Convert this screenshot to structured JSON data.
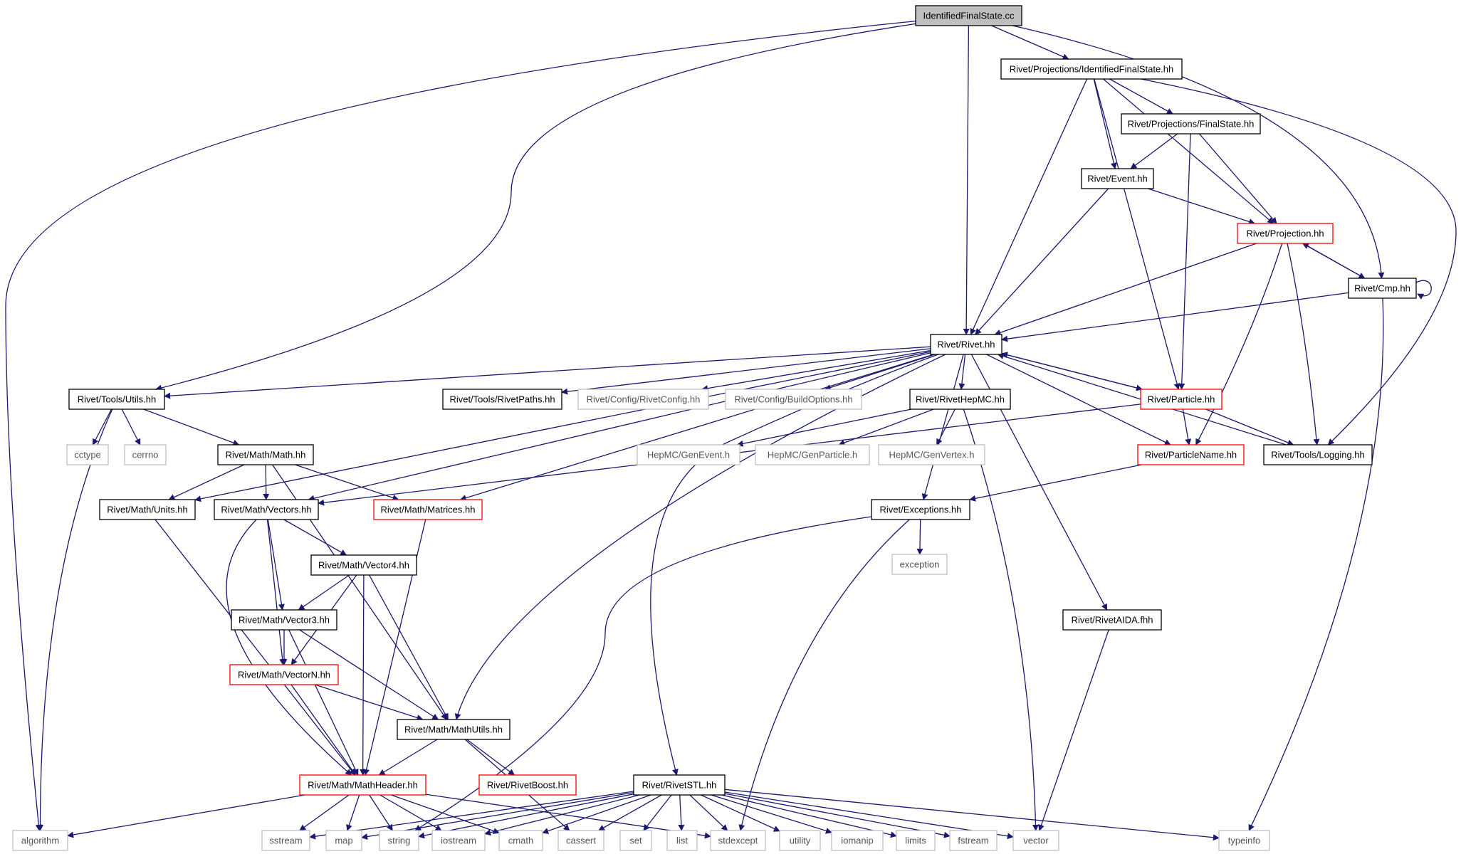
{
  "diagram": {
    "type": "include-dependency-graph",
    "colors": {
      "edge": "#191970",
      "root_fill": "#bfbfbf",
      "normal_border": "#000000",
      "truncated_border": "#ff0000",
      "system_border": "#bfbfbf"
    },
    "nodes": [
      {
        "id": "IdentifiedFinalState.cc",
        "label": "IdentifiedFinalState.cc",
        "style": "root"
      },
      {
        "id": "Rivet/Projections/IdentifiedFinalState.hh",
        "label": "Rivet/Projections/IdentifiedFinalState.hh",
        "style": "normal"
      },
      {
        "id": "Rivet/Projections/FinalState.hh",
        "label": "Rivet/Projections/FinalState.hh",
        "style": "normal"
      },
      {
        "id": "Rivet/Event.hh",
        "label": "Rivet/Event.hh",
        "style": "normal"
      },
      {
        "id": "Rivet/Projection.hh",
        "label": "Rivet/Projection.hh",
        "style": "truncated"
      },
      {
        "id": "Rivet/Cmp.hh",
        "label": "Rivet/Cmp.hh",
        "style": "normal"
      },
      {
        "id": "Rivet/Rivet.hh",
        "label": "Rivet/Rivet.hh",
        "style": "normal"
      },
      {
        "id": "Rivet/Tools/Utils.hh",
        "label": "Rivet/Tools/Utils.hh",
        "style": "normal"
      },
      {
        "id": "Rivet/Tools/RivetPaths.hh",
        "label": "Rivet/Tools/RivetPaths.hh",
        "style": "normal"
      },
      {
        "id": "Rivet/Config/RivetConfig.hh",
        "label": "Rivet/Config/RivetConfig.hh",
        "style": "system"
      },
      {
        "id": "Rivet/Config/BuildOptions.hh",
        "label": "Rivet/Config/BuildOptions.hh",
        "style": "system"
      },
      {
        "id": "Rivet/RivetHepMC.hh",
        "label": "Rivet/RivetHepMC.hh",
        "style": "normal"
      },
      {
        "id": "Rivet/Particle.hh",
        "label": "Rivet/Particle.hh",
        "style": "truncated"
      },
      {
        "id": "cctype",
        "label": "cctype",
        "style": "system"
      },
      {
        "id": "cerrno",
        "label": "cerrno",
        "style": "system"
      },
      {
        "id": "Rivet/Math/Math.hh",
        "label": "Rivet/Math/Math.hh",
        "style": "normal"
      },
      {
        "id": "HepMC/GenEvent.h",
        "label": "HepMC/GenEvent.h",
        "style": "system"
      },
      {
        "id": "HepMC/GenParticle.h",
        "label": "HepMC/GenParticle.h",
        "style": "system"
      },
      {
        "id": "HepMC/GenVertex.h",
        "label": "HepMC/GenVertex.h",
        "style": "system"
      },
      {
        "id": "Rivet/ParticleName.hh",
        "label": "Rivet/ParticleName.hh",
        "style": "truncated"
      },
      {
        "id": "Rivet/Tools/Logging.hh",
        "label": "Rivet/Tools/Logging.hh",
        "style": "normal"
      },
      {
        "id": "Rivet/Math/Units.hh",
        "label": "Rivet/Math/Units.hh",
        "style": "normal"
      },
      {
        "id": "Rivet/Math/Vectors.hh",
        "label": "Rivet/Math/Vectors.hh",
        "style": "normal"
      },
      {
        "id": "Rivet/Math/Matrices.hh",
        "label": "Rivet/Math/Matrices.hh",
        "style": "truncated"
      },
      {
        "id": "Rivet/Exceptions.hh",
        "label": "Rivet/Exceptions.hh",
        "style": "normal"
      },
      {
        "id": "exception",
        "label": "exception",
        "style": "system"
      },
      {
        "id": "Rivet/Math/Vector4.hh",
        "label": "Rivet/Math/Vector4.hh",
        "style": "normal"
      },
      {
        "id": "Rivet/Math/Vector3.hh",
        "label": "Rivet/Math/Vector3.hh",
        "style": "normal"
      },
      {
        "id": "Rivet/RivetAIDA.fhh",
        "label": "Rivet/RivetAIDA.fhh",
        "style": "normal"
      },
      {
        "id": "Rivet/Math/VectorN.hh",
        "label": "Rivet/Math/VectorN.hh",
        "style": "truncated"
      },
      {
        "id": "Rivet/Math/MathUtils.hh",
        "label": "Rivet/Math/MathUtils.hh",
        "style": "normal"
      },
      {
        "id": "Rivet/Math/MathHeader.hh",
        "label": "Rivet/Math/MathHeader.hh",
        "style": "truncated"
      },
      {
        "id": "Rivet/RivetBoost.hh",
        "label": "Rivet/RivetBoost.hh",
        "style": "truncated"
      },
      {
        "id": "Rivet/RivetSTL.hh",
        "label": "Rivet/RivetSTL.hh",
        "style": "normal"
      },
      {
        "id": "algorithm",
        "label": "algorithm",
        "style": "system"
      },
      {
        "id": "sstream",
        "label": "sstream",
        "style": "system"
      },
      {
        "id": "map",
        "label": "map",
        "style": "system"
      },
      {
        "id": "string",
        "label": "string",
        "style": "system"
      },
      {
        "id": "iostream",
        "label": "iostream",
        "style": "system"
      },
      {
        "id": "cmath",
        "label": "cmath",
        "style": "system"
      },
      {
        "id": "cassert",
        "label": "cassert",
        "style": "system"
      },
      {
        "id": "set",
        "label": "set",
        "style": "system"
      },
      {
        "id": "list",
        "label": "list",
        "style": "system"
      },
      {
        "id": "stdexcept",
        "label": "stdexcept",
        "style": "system"
      },
      {
        "id": "utility",
        "label": "utility",
        "style": "system"
      },
      {
        "id": "iomanip",
        "label": "iomanip",
        "style": "system"
      },
      {
        "id": "limits",
        "label": "limits",
        "style": "system"
      },
      {
        "id": "fstream",
        "label": "fstream",
        "style": "system"
      },
      {
        "id": "vector",
        "label": "vector",
        "style": "system"
      },
      {
        "id": "typeinfo",
        "label": "typeinfo",
        "style": "system"
      }
    ],
    "edges": [
      [
        "IdentifiedFinalState.cc",
        "Rivet/Projections/IdentifiedFinalState.hh"
      ],
      [
        "IdentifiedFinalState.cc",
        "Rivet/Rivet.hh"
      ],
      [
        "IdentifiedFinalState.cc",
        "Rivet/Tools/Utils.hh"
      ],
      [
        "IdentifiedFinalState.cc",
        "algorithm"
      ],
      [
        "IdentifiedFinalState.cc",
        "Rivet/Cmp.hh"
      ],
      [
        "Rivet/Projections/IdentifiedFinalState.hh",
        "Rivet/Projections/FinalState.hh"
      ],
      [
        "Rivet/Projections/IdentifiedFinalState.hh",
        "Rivet/Event.hh"
      ],
      [
        "Rivet/Projections/IdentifiedFinalState.hh",
        "Rivet/Projection.hh"
      ],
      [
        "Rivet/Projections/IdentifiedFinalState.hh",
        "Rivet/Rivet.hh"
      ],
      [
        "Rivet/Projections/IdentifiedFinalState.hh",
        "Rivet/Particle.hh"
      ],
      [
        "Rivet/Projections/IdentifiedFinalState.hh",
        "Rivet/Tools/Logging.hh"
      ],
      [
        "Rivet/Projections/FinalState.hh",
        "Rivet/Event.hh"
      ],
      [
        "Rivet/Projections/FinalState.hh",
        "Rivet/Projection.hh"
      ],
      [
        "Rivet/Projections/FinalState.hh",
        "Rivet/Particle.hh"
      ],
      [
        "Rivet/Event.hh",
        "Rivet/Projection.hh"
      ],
      [
        "Rivet/Event.hh",
        "Rivet/Rivet.hh"
      ],
      [
        "Rivet/Projection.hh",
        "Rivet/Cmp.hh"
      ],
      [
        "Rivet/Projection.hh",
        "Rivet/Rivet.hh"
      ],
      [
        "Rivet/Projection.hh",
        "Rivet/ParticleName.hh"
      ],
      [
        "Rivet/Projection.hh",
        "Rivet/Tools/Logging.hh"
      ],
      [
        "Rivet/Cmp.hh",
        "Rivet/Projection.hh"
      ],
      [
        "Rivet/Cmp.hh",
        "Rivet/Cmp.hh"
      ],
      [
        "Rivet/Cmp.hh",
        "Rivet/Rivet.hh"
      ],
      [
        "Rivet/Cmp.hh",
        "typeinfo"
      ],
      [
        "Rivet/Rivet.hh",
        "Rivet/Tools/Utils.hh"
      ],
      [
        "Rivet/Rivet.hh",
        "Rivet/Tools/RivetPaths.hh"
      ],
      [
        "Rivet/Rivet.hh",
        "Rivet/Config/RivetConfig.hh"
      ],
      [
        "Rivet/Rivet.hh",
        "Rivet/Config/BuildOptions.hh"
      ],
      [
        "Rivet/Rivet.hh",
        "Rivet/RivetHepMC.hh"
      ],
      [
        "Rivet/Rivet.hh",
        "Rivet/Particle.hh"
      ],
      [
        "Rivet/Rivet.hh",
        "Rivet/ParticleName.hh"
      ],
      [
        "Rivet/Rivet.hh",
        "Rivet/Math/Units.hh"
      ],
      [
        "Rivet/Rivet.hh",
        "Rivet/Math/Vectors.hh"
      ],
      [
        "Rivet/Rivet.hh",
        "Rivet/Math/Matrices.hh"
      ],
      [
        "Rivet/Rivet.hh",
        "Rivet/Math/MathUtils.hh"
      ],
      [
        "Rivet/Rivet.hh",
        "Rivet/Exceptions.hh"
      ],
      [
        "Rivet/Rivet.hh",
        "Rivet/RivetAIDA.fhh"
      ],
      [
        "Rivet/Rivet.hh",
        "Rivet/RivetSTL.hh"
      ],
      [
        "Rivet/Tools/Utils.hh",
        "cctype"
      ],
      [
        "Rivet/Tools/Utils.hh",
        "cerrno"
      ],
      [
        "Rivet/Tools/Utils.hh",
        "Rivet/Math/Math.hh"
      ],
      [
        "Rivet/Tools/Utils.hh",
        "algorithm"
      ],
      [
        "Rivet/Math/Math.hh",
        "Rivet/Math/Units.hh"
      ],
      [
        "Rivet/Math/Math.hh",
        "Rivet/Math/Vectors.hh"
      ],
      [
        "Rivet/Math/Math.hh",
        "Rivet/Math/Matrices.hh"
      ],
      [
        "Rivet/Math/Math.hh",
        "Rivet/Math/MathUtils.hh"
      ],
      [
        "Rivet/RivetHepMC.hh",
        "HepMC/GenEvent.h"
      ],
      [
        "Rivet/RivetHepMC.hh",
        "HepMC/GenParticle.h"
      ],
      [
        "Rivet/RivetHepMC.hh",
        "HepMC/GenVertex.h"
      ],
      [
        "Rivet/RivetHepMC.hh",
        "vector"
      ],
      [
        "Rivet/Particle.hh",
        "Rivet/Rivet.hh"
      ],
      [
        "Rivet/Particle.hh",
        "Rivet/ParticleName.hh"
      ],
      [
        "Rivet/Particle.hh",
        "Rivet/Tools/Logging.hh"
      ],
      [
        "Rivet/Particle.hh",
        "Rivet/Math/Vectors.hh"
      ],
      [
        "Rivet/Tools/Logging.hh",
        "Rivet/Rivet.hh"
      ],
      [
        "Rivet/ParticleName.hh",
        "Rivet/Exceptions.hh"
      ],
      [
        "Rivet/Math/Units.hh",
        "Rivet/Math/MathHeader.hh"
      ],
      [
        "Rivet/Math/Vectors.hh",
        "Rivet/Math/Vector4.hh"
      ],
      [
        "Rivet/Math/Vectors.hh",
        "Rivet/Math/Vector3.hh"
      ],
      [
        "Rivet/Math/Vectors.hh",
        "Rivet/Math/VectorN.hh"
      ],
      [
        "Rivet/Math/Vectors.hh",
        "Rivet/Math/MathHeader.hh"
      ],
      [
        "Rivet/Math/Matrices.hh",
        "Rivet/Math/MathHeader.hh"
      ],
      [
        "Rivet/Exceptions.hh",
        "exception"
      ],
      [
        "Rivet/Exceptions.hh",
        "stdexcept"
      ],
      [
        "Rivet/Exceptions.hh",
        "string"
      ],
      [
        "Rivet/Math/Vector4.hh",
        "Rivet/Math/Vector3.hh"
      ],
      [
        "Rivet/Math/Vector4.hh",
        "Rivet/Math/VectorN.hh"
      ],
      [
        "Rivet/Math/Vector4.hh",
        "Rivet/Math/MathUtils.hh"
      ],
      [
        "Rivet/Math/Vector4.hh",
        "Rivet/Math/MathHeader.hh"
      ],
      [
        "Rivet/Math/Vector3.hh",
        "Rivet/Math/VectorN.hh"
      ],
      [
        "Rivet/Math/Vector3.hh",
        "Rivet/Math/MathUtils.hh"
      ],
      [
        "Rivet/Math/Vector3.hh",
        "Rivet/Math/MathHeader.hh"
      ],
      [
        "Rivet/RivetAIDA.fhh",
        "vector"
      ],
      [
        "Rivet/Math/VectorN.hh",
        "Rivet/Math/MathUtils.hh"
      ],
      [
        "Rivet/Math/VectorN.hh",
        "Rivet/Math/MathHeader.hh"
      ],
      [
        "Rivet/Math/MathUtils.hh",
        "Rivet/Math/MathHeader.hh"
      ],
      [
        "Rivet/Math/MathUtils.hh",
        "Rivet/RivetBoost.hh"
      ],
      [
        "Rivet/Math/MathUtils.hh",
        "cassert"
      ],
      [
        "Rivet/Math/MathHeader.hh",
        "algorithm"
      ],
      [
        "Rivet/Math/MathHeader.hh",
        "sstream"
      ],
      [
        "Rivet/Math/MathHeader.hh",
        "map"
      ],
      [
        "Rivet/Math/MathHeader.hh",
        "string"
      ],
      [
        "Rivet/Math/MathHeader.hh",
        "iostream"
      ],
      [
        "Rivet/Math/MathHeader.hh",
        "cmath"
      ],
      [
        "Rivet/Math/MathHeader.hh",
        "stdexcept"
      ],
      [
        "Rivet/RivetSTL.hh",
        "sstream"
      ],
      [
        "Rivet/RivetSTL.hh",
        "map"
      ],
      [
        "Rivet/RivetSTL.hh",
        "string"
      ],
      [
        "Rivet/RivetSTL.hh",
        "iostream"
      ],
      [
        "Rivet/RivetSTL.hh",
        "cmath"
      ],
      [
        "Rivet/RivetSTL.hh",
        "cassert"
      ],
      [
        "Rivet/RivetSTL.hh",
        "set"
      ],
      [
        "Rivet/RivetSTL.hh",
        "list"
      ],
      [
        "Rivet/RivetSTL.hh",
        "stdexcept"
      ],
      [
        "Rivet/RivetSTL.hh",
        "utility"
      ],
      [
        "Rivet/RivetSTL.hh",
        "iomanip"
      ],
      [
        "Rivet/RivetSTL.hh",
        "limits"
      ],
      [
        "Rivet/RivetSTL.hh",
        "fstream"
      ],
      [
        "Rivet/RivetSTL.hh",
        "vector"
      ],
      [
        "Rivet/RivetSTL.hh",
        "typeinfo"
      ]
    ]
  }
}
